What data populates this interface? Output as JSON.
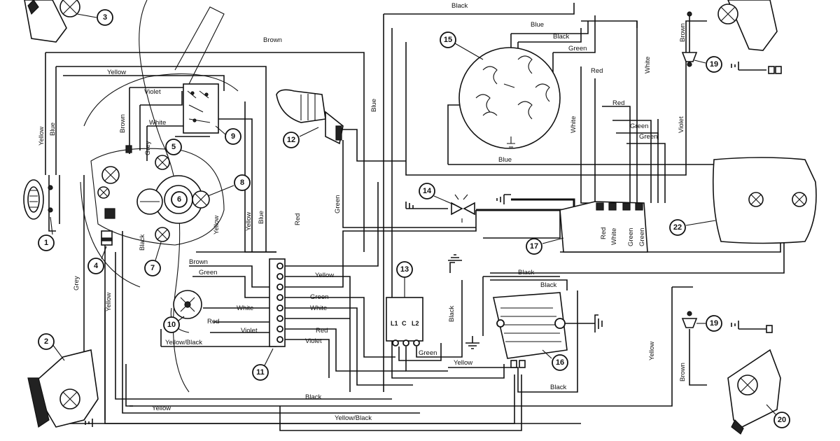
{
  "callouts": [
    "1",
    "2",
    "3",
    "4",
    "5",
    "6",
    "7",
    "8",
    "9",
    "10",
    "11",
    "12",
    "13",
    "14",
    "15",
    "16",
    "17",
    "19",
    "19",
    "20",
    "22"
  ],
  "wire_labels": {
    "black_top": "Black",
    "blue_top": "Blue",
    "black_top2": "Black",
    "green_top": "Green",
    "brown_top": "Brown",
    "yellow_top": "Yellow",
    "violet_left": "Violet",
    "white_left": "White",
    "brown_left_v": "Brown",
    "grey_left_v": "Grey",
    "yellow_far_left": "Yellow",
    "blue_far_left": "Blue",
    "blue_mid_v": "Blue",
    "green_mid_v": "Green",
    "yellow_center_v": "Yellow",
    "blue_center_v": "Blue",
    "red_center_v": "Red",
    "yellow_gauge_v": "Yellow",
    "black_gauge_v": "Black",
    "brown_mid": "Brown",
    "green_mid": "Green",
    "white_mid": "White",
    "red_sw": "Red",
    "violet_sw": "Violet",
    "yellow_black_sw": "Yellow/Black",
    "grey_low_v": "Grey",
    "yellow_low_v": "Yellow",
    "yellow_bottom": "Yellow",
    "black_bottom": "Black",
    "yellow_black_bottom": "Yellow/Black",
    "yellow_tb": "Yellow",
    "green_tb": "Green",
    "white_tb": "White",
    "red_tb": "Red",
    "violet_tb": "Violet",
    "green_13": "Green",
    "yellow_16": "Yellow",
    "black_16": "Black",
    "black_16b": "Black",
    "black_17": "Black",
    "black_ground_v": "Black",
    "blue_stator": "Blue",
    "red_stator": "Red",
    "red_stator2": "Red",
    "white_stator_v": "White",
    "white_stator_v2": "White",
    "green_stator": "Green",
    "green_stator2": "Green",
    "violet_right_v": "Violet",
    "brown_right_top": "Brown",
    "brown_right_bottom": "Brown",
    "yellow_right_v": "Yellow",
    "red_17": "Red",
    "white_17": "White",
    "green_17": "Green",
    "green_17b": "Green"
  },
  "regulator_terminals": [
    "L1",
    "C",
    "L2"
  ]
}
